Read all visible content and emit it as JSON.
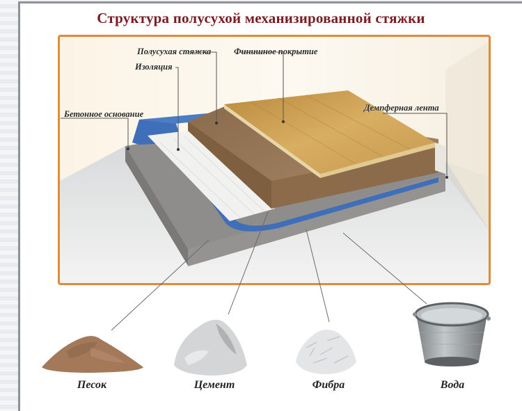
{
  "title": "Структура полусухой механизированной стяжки",
  "diagram": {
    "layer_labels": [
      {
        "id": "semi-dry-screed",
        "text": "Полусухая стяжка"
      },
      {
        "id": "finish-coating",
        "text": "Финишное покрытие"
      },
      {
        "id": "insulation",
        "text": "Изоляция"
      },
      {
        "id": "concrete-base",
        "text": "Бетонное основание"
      },
      {
        "id": "damper-tape",
        "text": "Демпферная лента"
      }
    ],
    "materials": [
      {
        "id": "sand",
        "text": "Песок",
        "icon": "sand-pile-icon"
      },
      {
        "id": "cement",
        "text": "Цемент",
        "icon": "cement-pile-icon"
      },
      {
        "id": "fiber",
        "text": "Фибра",
        "icon": "fiber-pile-icon"
      },
      {
        "id": "water",
        "text": "Вода",
        "icon": "water-bucket-icon"
      }
    ],
    "colors": {
      "title": "#7a1c22",
      "frame_border": "#e08a3c",
      "concrete": "#8d8c8a",
      "insulation_membrane": "#3f6fb8",
      "insulation_mat": "#f2f2f0",
      "screed": "#8a6a4a",
      "wood_finish": "#c99a4a"
    }
  }
}
